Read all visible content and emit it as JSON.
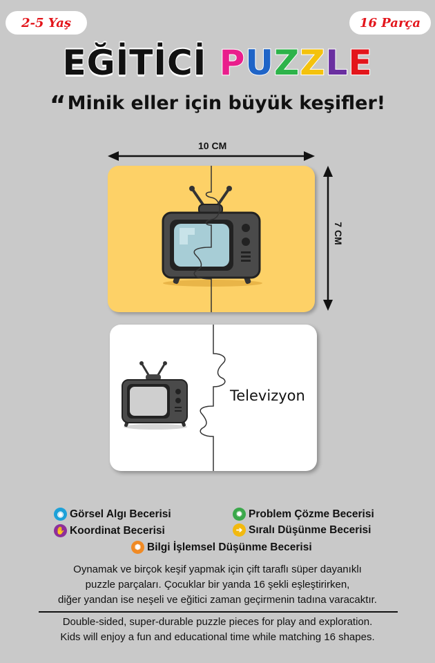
{
  "badges": {
    "age": "2-5 Yaş",
    "pieces": "16 Parça"
  },
  "title": {
    "word1": "EĞİTİCİ",
    "word2_letters": [
      {
        "ch": "P",
        "color": "#e91e8c"
      },
      {
        "ch": "U",
        "color": "#1f64c7"
      },
      {
        "ch": "Z",
        "color": "#2db34a"
      },
      {
        "ch": "Z",
        "color": "#f4c20d"
      },
      {
        "ch": "L",
        "color": "#6a2fa0"
      },
      {
        "ch": "E",
        "color": "#e3151b"
      }
    ]
  },
  "subtitle": {
    "quote": "“",
    "text": "Minik eller için büyük keşifler!"
  },
  "dimensions": {
    "width": "10 CM",
    "height": "7 CM"
  },
  "card_word": "Televizyon",
  "skills": [
    {
      "label": "Görsel Algı Becerisi",
      "icon": "eye-icon",
      "color": "#1da1d8"
    },
    {
      "label": "Problem Çözme Becerisi",
      "icon": "gears-icon",
      "color": "#3aa84a"
    },
    {
      "label": "Koordinat Becerisi",
      "icon": "hand-icon",
      "color": "#8e2f9a"
    },
    {
      "label": "Sıralı Düşünme Becerisi",
      "icon": "sequence-icon",
      "color": "#f2b90f"
    },
    {
      "label": "Bilgi İşlemsel Düşünme Becerisi",
      "icon": "brain-icon",
      "color": "#f08a24"
    }
  ],
  "description_tr": [
    "Oynamak ve birçok keşif yapmak için çift taraflı süper dayanıklı",
    "puzzle parçaları. Çocuklar bir yanda 16 şekli eşleştirirken,",
    "diğer yandan ise neşeli ve  eğitici zaman geçirmenin tadına varacaktır."
  ],
  "description_en": [
    "Double-sided, super-durable puzzle pieces for play and exploration.",
    "Kids will enjoy a fun and educational time while matching 16 shapes."
  ]
}
